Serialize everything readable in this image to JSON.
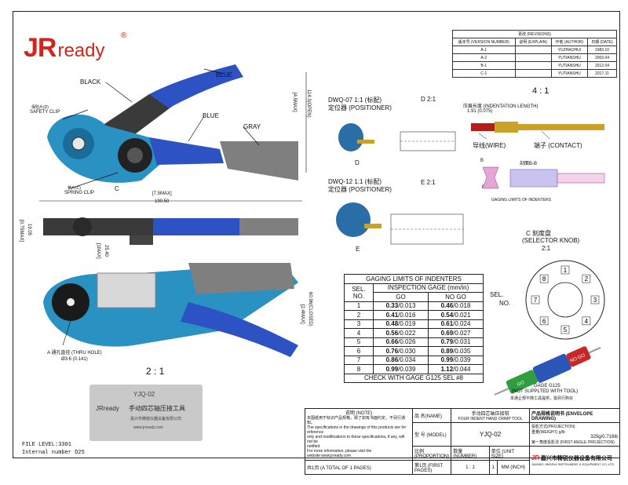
{
  "brand": {
    "jr": "JR",
    "ready": "ready",
    "reg": "®"
  },
  "revisions": {
    "title": "更改 (REVISIONS)",
    "headers": [
      "版本号 (VERSION NUMBER)",
      "说明 (EXPLAIN)",
      "作者 (AUTHOR)",
      "日期 (DATE)"
    ],
    "rows": [
      [
        "A-1",
        "",
        "YUZHAOHUI",
        "1983.10"
      ],
      [
        "A-2",
        "",
        "YUTIANSHU",
        "2003.04"
      ],
      [
        "B-1",
        "",
        "YUTIANSHU",
        "2012.04"
      ],
      [
        "C-1",
        "",
        "YUTIANSHU",
        "2017.11"
      ]
    ]
  },
  "tool_labels": {
    "black": "BLACK",
    "blue_top": "BLUE",
    "blue_mid": "BLUE",
    "gray": "GRAY",
    "safety_clip_cn": "保险片(D)",
    "safety_clip": "SAFETY CLIP",
    "spring_clip_cn": "簧片(C)",
    "spring_clip": "SPRING CLIP",
    "c_marker": "C",
    "open_dim": "[4.5MAX]",
    "open_dim_mm": "114.3(OPEN)",
    "width_in": "[7.5MAX]",
    "width_mm": "190.50",
    "thick_in": "[0.75MAX]",
    "thick_mm": "19.05",
    "side_in": "[1MAX]",
    "side_mm": "25.40",
    "closed_in": "[2.4MAX]",
    "closed_mm": "60.96(CLOSED)",
    "hole_label": "A  通孔直径 (THRU HOLE)",
    "hole_dim": "Ø3.6 (0.141)",
    "scale": "2 : 1"
  },
  "positioners": {
    "dwq07": "DWQ-07  1:1 (标配)",
    "dwq07_cn": "定位器 (POSITIONER)",
    "d_scale": "D  2:1",
    "d_marker": "D",
    "dwq12": "DWQ-12  1:1 (标配)",
    "dwq12_cn": "定位器 (POSITIONER)",
    "e_scale": "E  2:1",
    "e_marker": "E"
  },
  "contact": {
    "scale": "4 : 1",
    "indent_title": "压痕长度 (INDENTATION LENGTH)",
    "indent_dim": "1.91 (0.075)",
    "wire": "导线(WIRE)",
    "contact": "端子 (CONTACT)",
    "section": "剖面B-B",
    "b1": "B",
    "b2": "B",
    "gauge_note": "GAGING LIMITS OF INDENTERS"
  },
  "knob": {
    "title_cn": "C 刻度盘",
    "title": "(SELECTOR KNOB)",
    "scale": "2:1",
    "sel": "SEL.",
    "no": "NO.",
    "numbers": [
      "1",
      "2",
      "3",
      "4",
      "5",
      "6",
      "7",
      "8"
    ]
  },
  "gaging": {
    "title": "GAGING LIMITS OF INDENTERS",
    "sel_head": "SEL.",
    "no_head": "NO.",
    "gage_head": "INSPECTION GAGE (mm/in)",
    "go": "GO",
    "nogo": "NO GO",
    "rows": [
      {
        "sel": "1",
        "go": "0.33",
        "go_in": "/0.013",
        "nogo": "0.46",
        "nogo_in": "/0.018"
      },
      {
        "sel": "2",
        "go": "0.41",
        "go_in": "/0.016",
        "nogo": "0.54",
        "nogo_in": "/0.021"
      },
      {
        "sel": "3",
        "go": "0.48",
        "go_in": "/0.019",
        "nogo": "0.61",
        "nogo_in": "/0.024"
      },
      {
        "sel": "4",
        "go": "0.56",
        "go_in": "/0.022",
        "nogo": "0.69",
        "nogo_in": "/0.027"
      },
      {
        "sel": "5",
        "go": "0.66",
        "go_in": "/0.026",
        "nogo": "0.79",
        "nogo_in": "/0.031"
      },
      {
        "sel": "6",
        "go": "0.76",
        "go_in": "/0.030",
        "nogo": "0.89",
        "nogo_in": "/0.035"
      },
      {
        "sel": "7",
        "go": "0.86",
        "go_in": "/0.034",
        "nogo": "0.99",
        "nogo_in": "/0.039"
      },
      {
        "sel": "8",
        "go": "0.99",
        "go_in": "/0.039",
        "nogo": "1.12",
        "nogo_in": "/0.044"
      }
    ],
    "footer": "CHECK WITH GAGE G125 SEL #8"
  },
  "gage_tool": {
    "go": "GO",
    "nogo": "NO GO",
    "title": "GAGE G125",
    "note": "(NOT SUPPLTED WITH TOOL)",
    "note_cn": "本通止规不随工具提供，需另行购买"
  },
  "card": {
    "model": "YJQ-02",
    "brand": "JRready",
    "name": "手动四芯轴压接工具",
    "company": "嘉兴市精锐仪器设备有限公司",
    "url": "www.jrready.com"
  },
  "title_block": {
    "note_title": "说明 (NOTE)",
    "note_cn_1": "本图纸用于标识产品规格，除了如有书面约定，不另行通知。",
    "note_en_1": "The specifications in the drawings of this products are for reference",
    "note_en_2": "only  and modifications to these specifications, if any, will not be",
    "note_en_3": "notified.",
    "note_en_4": "For more information, please visit the website:www.jrready.com",
    "name_label": "品 名(NAME)",
    "name_cn": "手动四芯轴压接钳",
    "name_en": "FOUR INDENT HAND CRIMP TOOL",
    "model_label": "型 号 (MODEL)",
    "model": "YJQ-02",
    "scale_label": "比例 (PROPORTION)",
    "scale": "1 : 1",
    "qty_label": "数量 (NUMBER)",
    "qty": "1",
    "unit_label": "单位 (UNIT SIZE)",
    "unit": "MM (INCH)",
    "doc_title": "产品规格说明书 (ENVELOPE DRAWING)",
    "proj_label": "投影方式(PROJECTION)",
    "weight_label": "重量(WEIGHT) g/lb",
    "weight": "325g/0.716lb",
    "angle_label": "第一角度投影法 (FIRST ANGLE PROJECTION)",
    "company_cn": "嘉兴市精锐仪器设备有限公司",
    "company_en": "JIAXING JINGRUI INSTRUMENT & EQUIPMENT CO.,LTD",
    "pages": "共1页 (A TOTAL OF 1 PAGES)",
    "page": "第1页 (FIRST PAGES)"
  },
  "footer": {
    "file_level": "FILE LEVEL:3301",
    "internal": "Internal number D25"
  },
  "colors": {
    "blue_handle": "#2c52c4",
    "black_handle": "#3a3a3a",
    "gray_handle": "#7f7f7f",
    "tool_body": "#2a92c2",
    "brand_red": "#d0261e",
    "gage_red": "#c62828",
    "gage_green": "#2e9e3e",
    "gage_blue": "#2a56b6"
  }
}
